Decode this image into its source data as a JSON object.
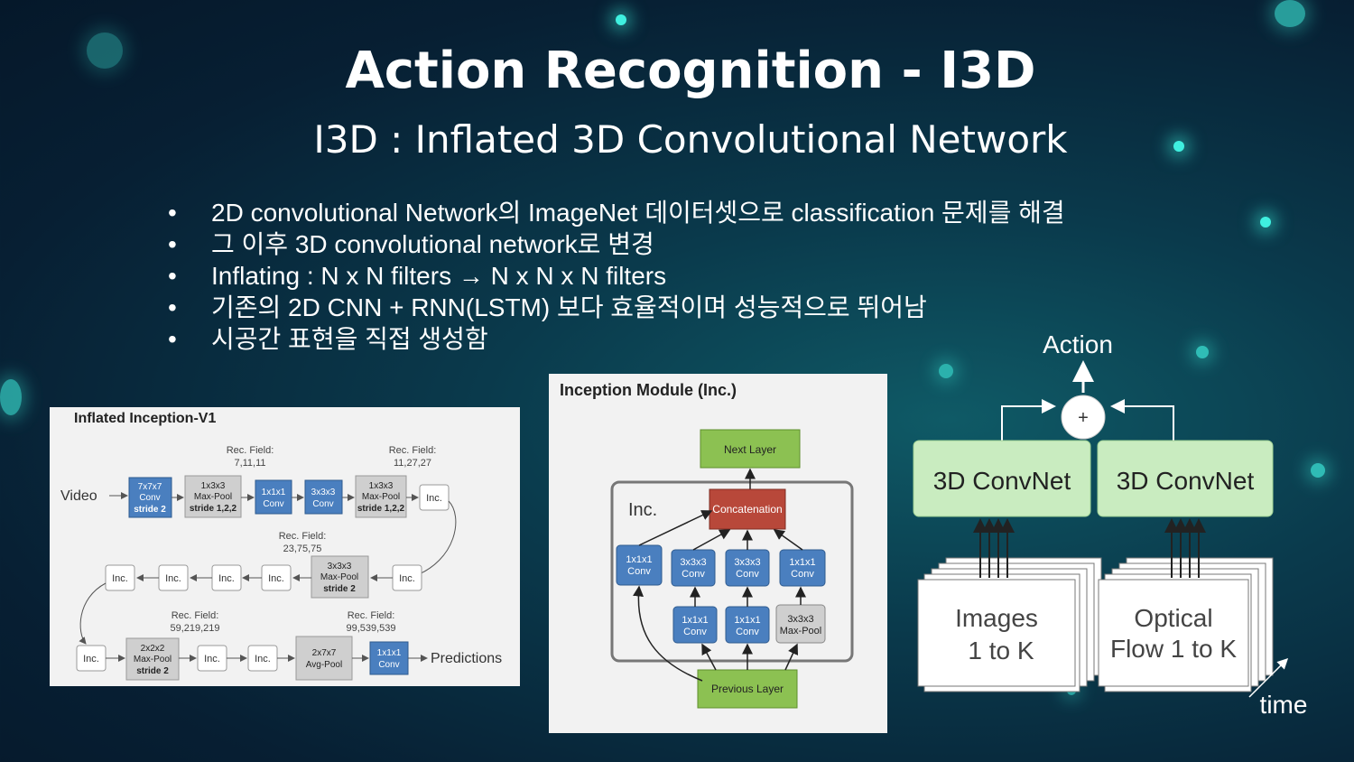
{
  "slide": {
    "title": "Action Recognition - I3D",
    "subtitle": "I3D : Inflated 3D Convolutional Network",
    "bullet_symbol": "•",
    "bullets": [
      "2D convolutional Network의 ImageNet 데이터셋으로 classification 문제를 해결",
      "그 이후 3D convolutional network로 변경",
      "Inflating : N x N filters → N x N x N filters",
      "기존의 2D CNN + RNN(LSTM) 보다 효율적이며 성능적으로 뛰어남",
      "시공간 표현을 직접 생성함"
    ]
  },
  "inception_v1": {
    "title": "Inflated Inception-V1",
    "video_label": "Video",
    "predictions_label": "Predictions",
    "inc": "Inc.",
    "rf1": [
      "Rec. Field:",
      "7,11,11"
    ],
    "rf2": [
      "Rec. Field:",
      "11,27,27"
    ],
    "rf3": [
      "Rec. Field:",
      "23,75,75"
    ],
    "rf4": [
      "Rec. Field:",
      "59,219,219"
    ],
    "rf5": [
      "Rec. Field:",
      "99,539,539"
    ],
    "conv7": [
      "7x7x7",
      "Conv",
      "stride 2"
    ],
    "pool1": [
      "1x3x3",
      "Max-Pool",
      "stride 1,2,2"
    ],
    "conv1": [
      "1x1x1",
      "Conv"
    ],
    "conv3": [
      "3x3x3",
      "Conv"
    ],
    "pool2": [
      "1x3x3",
      "Max-Pool",
      "stride 1,2,2"
    ],
    "pool3": [
      "3x3x3",
      "Max-Pool",
      "stride 2"
    ],
    "pool4": [
      "2x2x2",
      "Max-Pool",
      "stride 2"
    ],
    "avgpool": [
      "2x7x7",
      "Avg-Pool"
    ],
    "convlast": [
      "1x1x1",
      "Conv"
    ]
  },
  "inception_module": {
    "title": "Inception Module (Inc.)",
    "inc_label": "Inc.",
    "next_layer": "Next Layer",
    "concatenation": "Concatenation",
    "previous_layer": "Previous Layer",
    "conv1": [
      "1x1x1",
      "Conv"
    ],
    "conv3": [
      "3x3x3",
      "Conv"
    ],
    "pool": [
      "3x3x3",
      "Max-Pool"
    ]
  },
  "two_stream": {
    "action_label": "Action",
    "plus": "+",
    "convnet_label": "3D ConvNet",
    "images": [
      "Images",
      "1 to K"
    ],
    "flow": [
      "Optical",
      "Flow 1 to K"
    ],
    "time_label": "time"
  },
  "colors": {
    "blue_block": "#4a7fbf",
    "gray_block": "#cfcfcf",
    "green_block": "#8cc152",
    "red_block": "#b8483a",
    "convnet_green": "#c9ecc0",
    "accent_glow": "#3ff0e0"
  }
}
